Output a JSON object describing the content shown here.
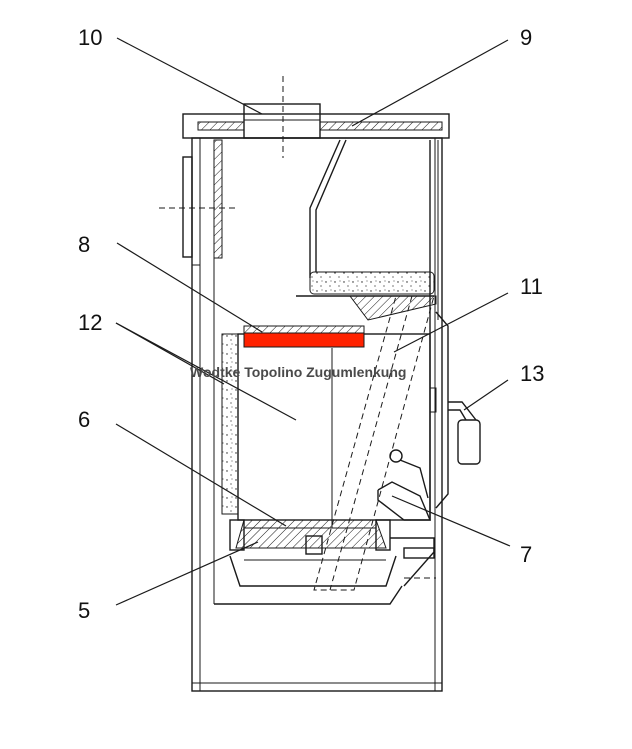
{
  "caption": "Wodtke Topolino Zugumlenkung",
  "colors": {
    "highlight": "#ff2200",
    "line": "#1a1a1a",
    "caption": "#4a4a4a"
  },
  "labels": [
    "10",
    "9",
    "8",
    "11",
    "12",
    "13",
    "6",
    "7",
    "5"
  ]
}
